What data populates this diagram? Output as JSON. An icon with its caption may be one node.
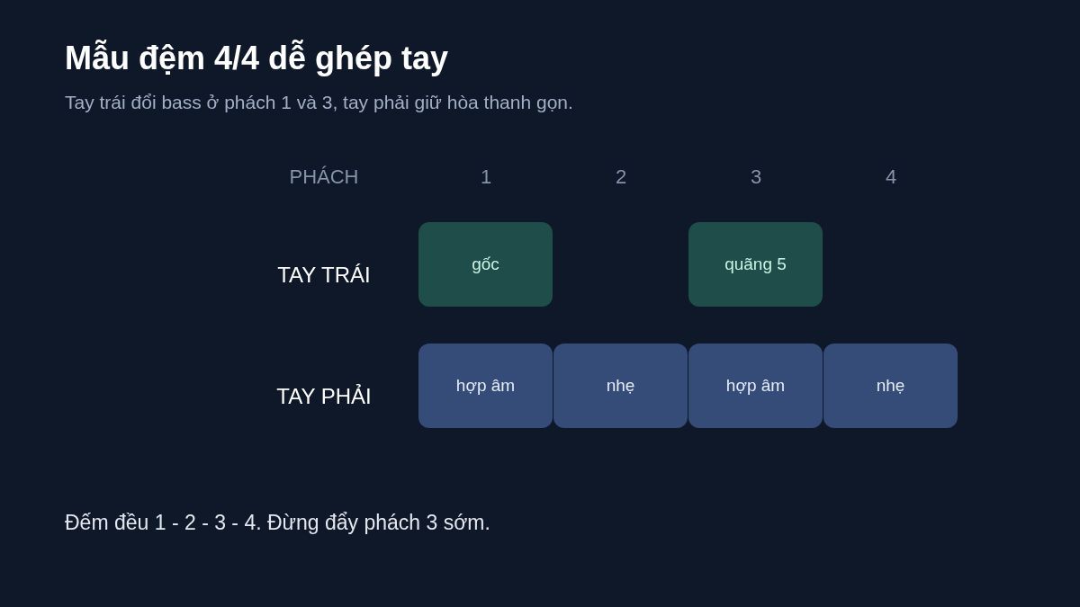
{
  "diagram": {
    "title": "Mẫu đệm 4/4 dễ ghép tay",
    "caption": "Đếm đều 1 - 2 - 3 - 4. Đừng đẩy phách 3 sớm.",
    "nodes": [
      {
        "text": [
          "gốc"
        ]
      },
      {
        "text": [
          "quãng 5"
        ]
      },
      {
        "text": [
          "hợp âm"
        ]
      },
      {
        "text": [
          "nhẹ"
        ]
      },
      {
        "text": [
          "hợp âm"
        ]
      },
      {
        "text": [
          "nhẹ"
        ]
      }
    ],
    "edges": [],
    "labels": [
      "Tay trái đổi bass ở phách 1 và 3, tay phải giữ hòa thanh gọn.",
      "PHÁCH",
      "1",
      "2",
      "3",
      "4",
      "TAY TRÁI",
      "TAY PHẢI"
    ]
  }
}
